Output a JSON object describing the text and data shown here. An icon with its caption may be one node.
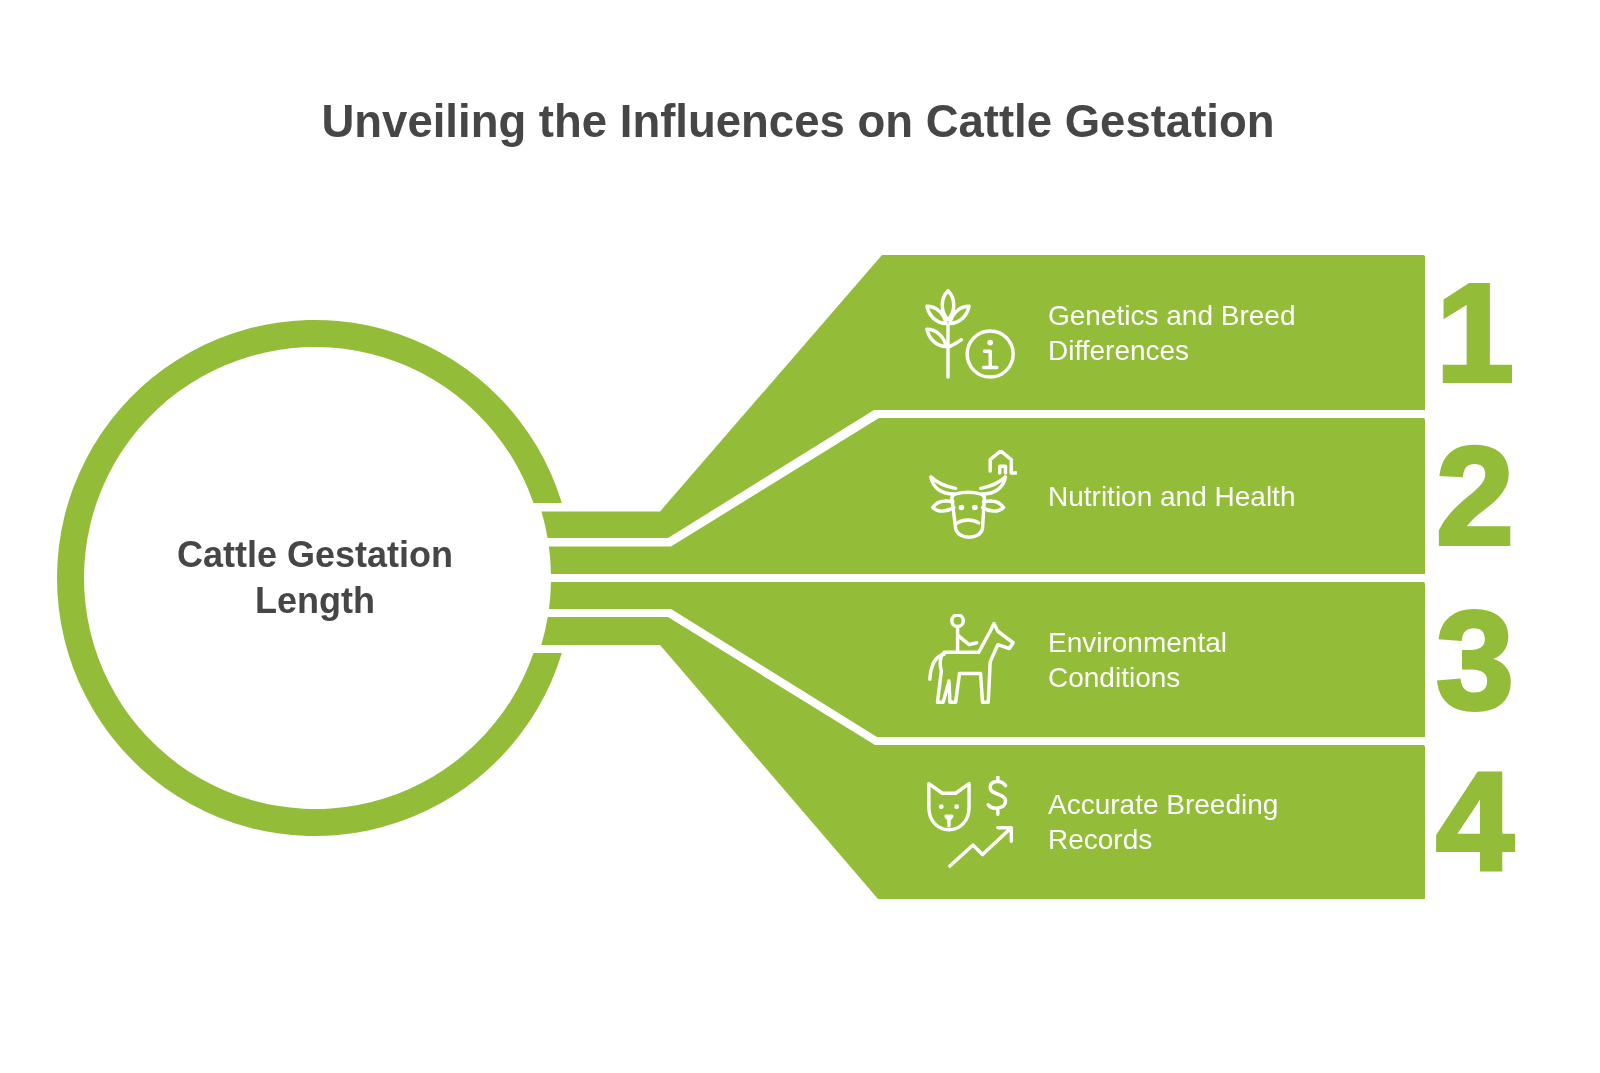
{
  "diagram": {
    "title": "Unveiling the Influences on Cattle Gestation",
    "nodes": [
      {
        "text": [
          "Cattle Gestation Length"
        ]
      },
      {
        "text": [
          "Genetics and Breed Differences"
        ],
        "beside": [
          "1"
        ]
      },
      {
        "text": [
          "Nutrition and Health"
        ],
        "beside": [
          "2"
        ]
      },
      {
        "text": [
          "Environmental Conditions"
        ],
        "beside": [
          "3"
        ]
      },
      {
        "text": [
          "Accurate Breeding Records"
        ],
        "beside": [
          "4"
        ]
      }
    ],
    "edges": [
      {
        "from": 0,
        "to": 1,
        "arrow": "none",
        "style": "thick"
      },
      {
        "from": 0,
        "to": 2,
        "arrow": "none",
        "style": "thick"
      },
      {
        "from": 0,
        "to": 3,
        "arrow": "none",
        "style": "thick"
      },
      {
        "from": 0,
        "to": 4,
        "arrow": "none",
        "style": "thick"
      }
    ]
  }
}
